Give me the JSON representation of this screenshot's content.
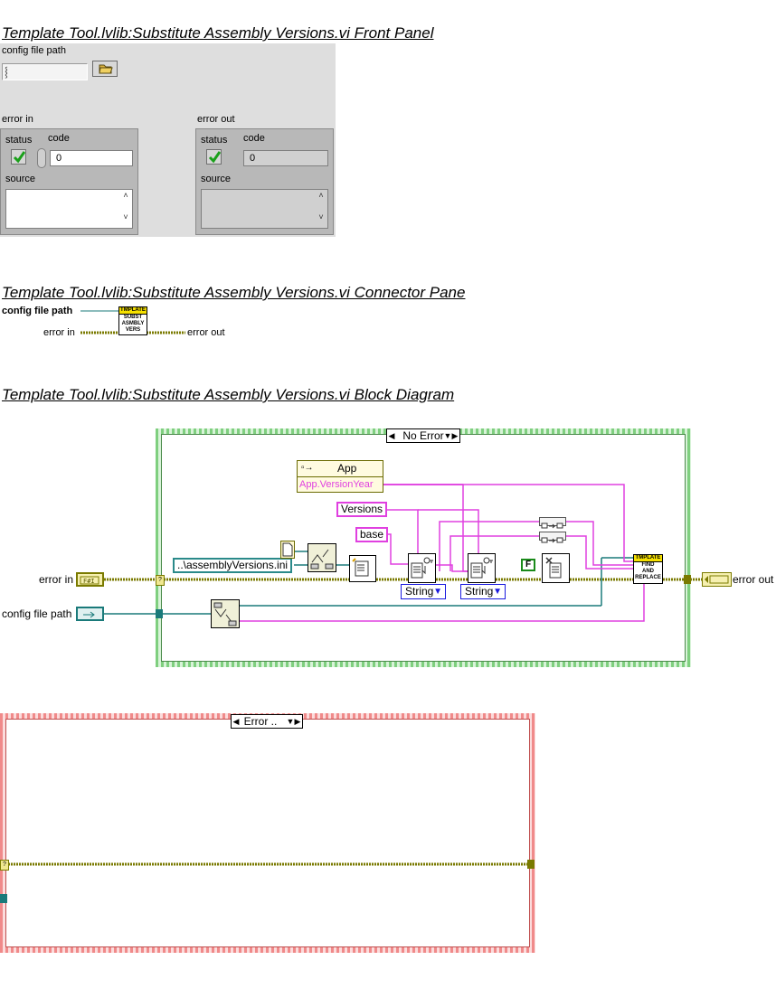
{
  "front_panel": {
    "title": "Template Tool.lvlib:Substitute Assembly Versions.vi Front Panel",
    "config_file_path_label": "config file path",
    "config_file_path_value": "",
    "error_in": {
      "label": "error in",
      "status_label": "status",
      "code_label": "code",
      "code_value": "0",
      "source_label": "source",
      "source_value": ""
    },
    "error_out": {
      "label": "error out",
      "status_label": "status",
      "code_label": "code",
      "code_value": "0",
      "source_label": "source",
      "source_value": ""
    }
  },
  "connector_pane": {
    "title": "Template Tool.lvlib:Substitute Assembly Versions.vi Connector Pane",
    "config_file_path_label": "config file path",
    "error_in_label": "error in",
    "error_out_label": "error out",
    "icon_banner": "TMPLATE",
    "icon_text": [
      "SUBST",
      "ASMBLY",
      "VERS"
    ]
  },
  "block_diagram": {
    "title": "Template Tool.lvlib:Substitute Assembly Versions.vi Block Diagram",
    "error_in_label": "error in",
    "config_file_path_label": "config file path",
    "error_out_label": "error out",
    "no_error_case": {
      "selector_label": "No Error",
      "property_node_class": "App",
      "property_node_property": "App.VersionYear",
      "versions_constant": "Versions",
      "base_constant": "base",
      "path_constant": "..\\assemblyVersions.ini",
      "ring_1": "String",
      "ring_2": "String",
      "false_constant": "F",
      "subvi_banner": "TMPLATE",
      "subvi_text": [
        "FIND",
        "AND",
        "REPLACE"
      ]
    },
    "error_case": {
      "selector_label": "Error .."
    }
  },
  "colors": {
    "string_wire": "#e040e0",
    "path_wire": "#1a7a7a",
    "error_wire": "#7a7a00",
    "case_green": "#7fcf7f",
    "case_red": "#f08a8a"
  }
}
